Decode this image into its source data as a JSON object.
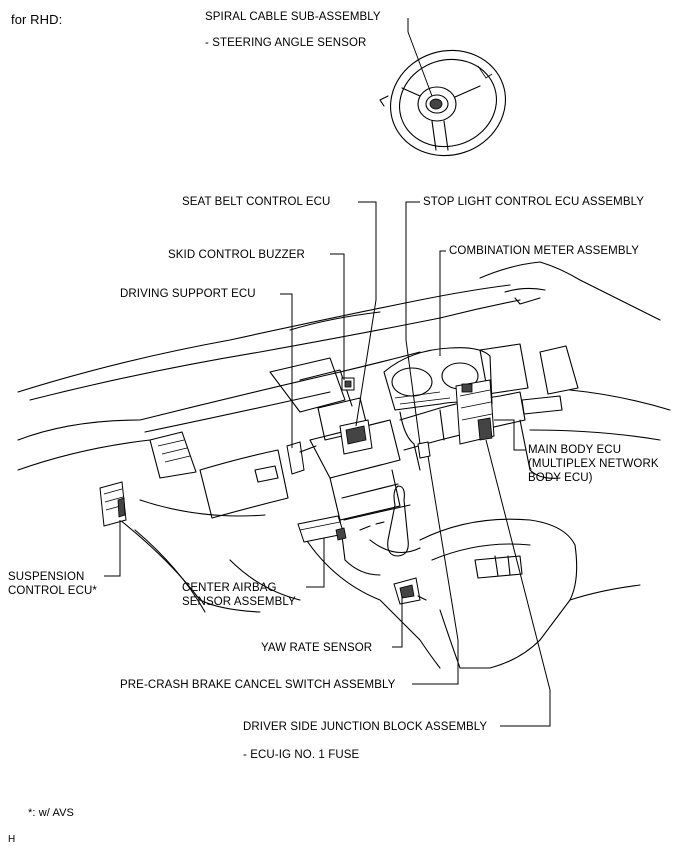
{
  "header": {
    "variant": "for RHD:"
  },
  "labels": {
    "spiral_cable": "SPIRAL CABLE SUB-ASSEMBLY",
    "steering_angle_sensor": "- STEERING ANGLE SENSOR",
    "seat_belt_ecu": "SEAT BELT CONTROL ECU",
    "stop_light_ecu": "STOP LIGHT CONTROL ECU ASSEMBLY",
    "combination_meter": "COMBINATION METER ASSEMBLY",
    "skid_control_buzzer": "SKID CONTROL BUZZER",
    "driving_support_ecu": "DRIVING SUPPORT ECU",
    "main_body_ecu_1": "MAIN BODY ECU",
    "main_body_ecu_2": "(MULTIPLEX NETWORK",
    "main_body_ecu_3": "BODY ECU)",
    "suspension_ecu_1": "SUSPENSION",
    "suspension_ecu_2": "CONTROL ECU*",
    "center_airbag_1": "CENTER AIRBAG",
    "center_airbag_2": "SENSOR ASSEMBLY",
    "yaw_rate_sensor": "YAW RATE SENSOR",
    "pre_crash_switch": "PRE-CRASH BRAKE CANCEL SWITCH ASSEMBLY",
    "driver_jb": "DRIVER SIDE JUNCTION BLOCK ASSEMBLY",
    "ecu_ig_fuse": "- ECU-IG NO. 1 FUSE"
  },
  "footnote": "*: w/ AVS",
  "corner_mark": "H"
}
